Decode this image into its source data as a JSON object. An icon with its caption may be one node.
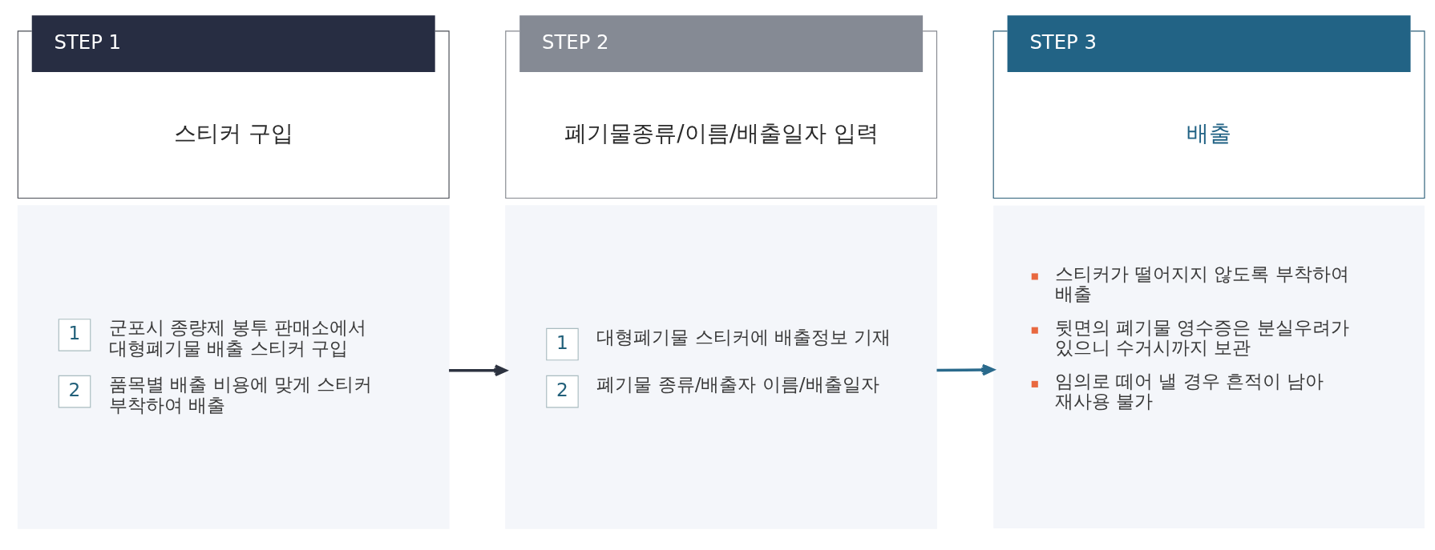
{
  "diagram": {
    "nodes": [
      {
        "text": [
          "STEP 1",
          "스티커 구입"
        ]
      },
      {
        "text": [],
        "shape": "box"
      },
      {
        "text": [
          "1"
        ],
        "beside": [
          "군포시 종량제 봉투 판매소에서 대형폐기물 배출 스티커 구입"
        ],
        "in": 1
      },
      {
        "text": [
          "2"
        ],
        "beside": [
          "품목별 배출 비용에 맞게 스티커 부착하여 배출"
        ],
        "in": 1
      },
      {
        "text": [
          "STEP 2",
          "폐기물종류/이름/배출일자 입력"
        ]
      },
      {
        "text": [],
        "shape": "box"
      },
      {
        "text": [
          "1"
        ],
        "beside": [
          "대형폐기물 스티커에 배출정보 기재"
        ],
        "in": 5
      },
      {
        "text": [
          "2"
        ],
        "beside": [
          "폐기물 종류/배출자 이름/배출일자"
        ],
        "in": 5
      },
      {
        "text": [
          "STEP 3",
          "배출"
        ]
      },
      {
        "text": [
          "스티커가 떨어지지 않도록 부착하여 배출",
          "뒷면의 폐기물 영수증은 분실우려가 있으니 수거시까지 보관",
          "임의로 떼어 낼 경우 흔적이 남아 재사용 불가"
        ]
      }
    ],
    "edges": [
      {
        "from": 1,
        "to": 5,
        "arrow": "to",
        "color": "#2d3340"
      },
      {
        "from": 5,
        "to": 9,
        "arrow": "to",
        "color": "#2a6a8c"
      }
    ]
  }
}
